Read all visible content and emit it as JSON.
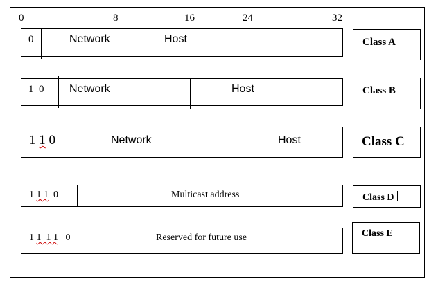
{
  "scale": {
    "ticks": [
      "0",
      "8",
      "16",
      "24",
      "32"
    ]
  },
  "rows": [
    {
      "bits": "0",
      "fields": [
        "Network",
        "Host"
      ],
      "class_label": "Class A"
    },
    {
      "bits": "1  0",
      "fields": [
        "Network",
        "Host"
      ],
      "class_label": "Class B"
    },
    {
      "bits_prefix": "1",
      "bits_squiggle": "1",
      "bits_suffix": " 0",
      "fields": [
        "Network",
        "Host"
      ],
      "class_label": "Class C"
    },
    {
      "bits_prefix": "1",
      "bits_squiggle": "1 1",
      "bits_suffix": "  0",
      "fields": [
        "Multicast address"
      ],
      "class_label": "Class D"
    },
    {
      "bits_prefix": "1",
      "bits_squiggle": "1  1 1",
      "bits_suffix": "   0",
      "fields": [
        "Reserved for future use"
      ],
      "class_label": "Class E"
    }
  ]
}
